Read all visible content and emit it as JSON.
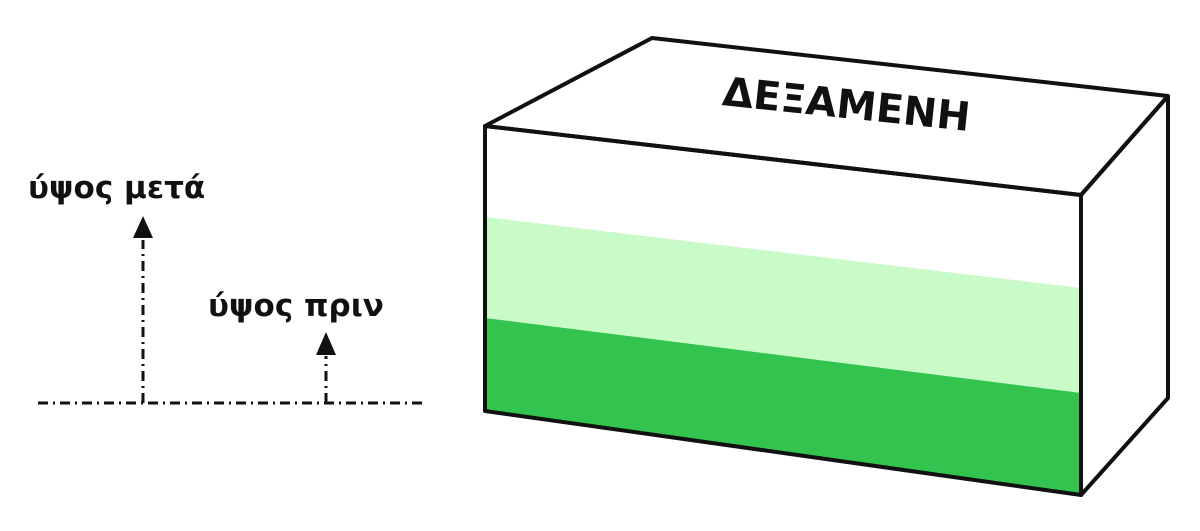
{
  "labels": {
    "height_after": "ύψος μετά",
    "height_before": "ύψος πριν",
    "tank": "ΔΕΞΑΜΕΝΗ"
  },
  "colors": {
    "outline": "#111111",
    "water_after": "#c9fbc9",
    "water_before": "#33c44f",
    "background": "#ffffff"
  }
}
